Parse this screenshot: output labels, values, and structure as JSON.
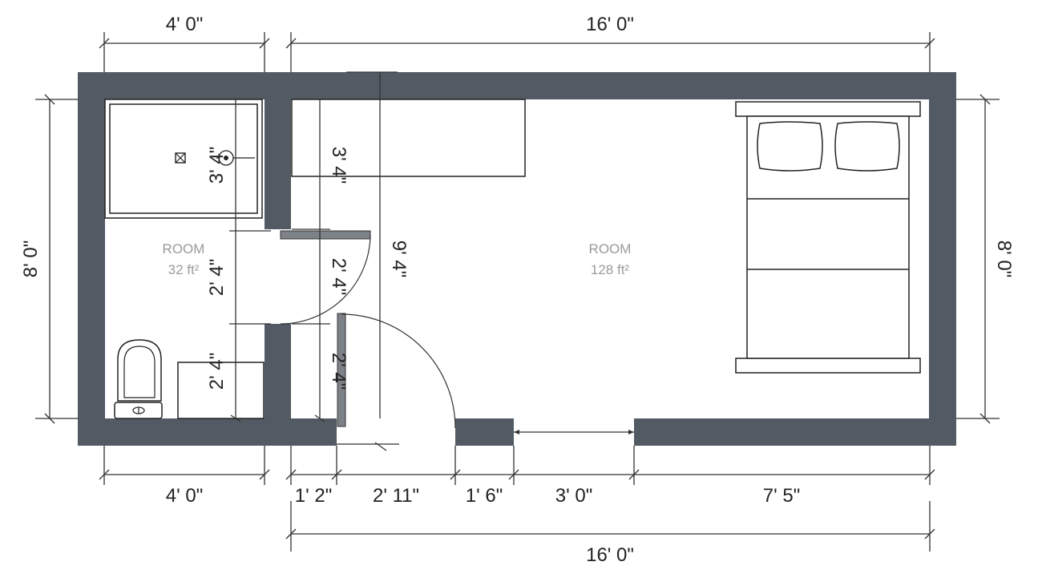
{
  "colors": {
    "wall": "#525a63",
    "door_leaf": "#7d8288",
    "background": "#ffffff"
  },
  "dimensions": {
    "top_left_width": "4' 0\"",
    "top_main_width": "16' 0\"",
    "left_height": "8' 0\"",
    "right_height": "8' 0\"",
    "bottom_left_width": "4' 0\"",
    "bottom_seg_1": "1' 2\"",
    "bottom_seg_2": "2' 11\"",
    "bottom_seg_3": "1' 6\"",
    "bottom_seg_4": "3' 0\"",
    "bottom_seg_5": "7' 5\"",
    "bottom_total": "16' 0\"",
    "bath_upper_height": "3' 4\"",
    "bath_door_height": "2' 4\"",
    "bath_lower_height": "2' 4\"",
    "hall_upper_height": "3' 4\"",
    "hall_door_height": "2' 4\"",
    "hall_lower_height": "2' 4\"",
    "hall_total_height": "9' 4\""
  },
  "rooms": [
    {
      "label": "ROOM",
      "area": "32 ft²"
    },
    {
      "label": "ROOM",
      "area": "128 ft²"
    }
  ],
  "icons": [
    "shower-drain-icon",
    "sink-icon",
    "toilet-icon",
    "bed-icon",
    "pillow-icon"
  ]
}
